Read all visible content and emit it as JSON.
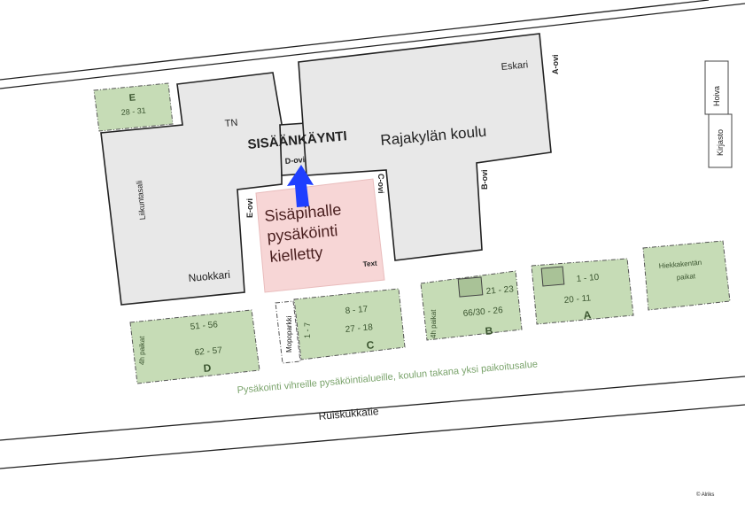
{
  "map": {
    "building_name": "Rajakylän koulu",
    "entrance_label": "SISÄÄNKÄYNTI",
    "courtyard_lines": [
      "Sisäpihalle",
      "pysäköinti",
      "kielletty"
    ],
    "courtyard_tag": "Text",
    "areas": {
      "tn": "TN",
      "eskari": "Eskari",
      "liikuntasali": "Liikuntasali",
      "nuokkari": "Nuokkari"
    },
    "doors": {
      "a": "A-ovi",
      "b": "B-ovi",
      "c": "C-ovi",
      "d": "D-ovi",
      "e": "E-ovi"
    },
    "side_boxes": {
      "hoiva": "Hoiva",
      "kirjasto": "Kirjasto"
    },
    "parking": {
      "e": {
        "letter": "E",
        "range": "28 - 31"
      },
      "a": {
        "letter": "A",
        "range1": "1  -  10",
        "range2": "20  -  11"
      },
      "b": {
        "letter": "B",
        "range1": "21 - 23",
        "range2": "66/30 - 26",
        "note": "4h paikat"
      },
      "c": {
        "letter": "C",
        "range1": "8 - 17",
        "range2": "27 - 18",
        "side": "1 - 7"
      },
      "d": {
        "letter": "D",
        "range1": "51 - 56",
        "range2": "62 - 57",
        "note": "4h paikat"
      },
      "hiekka": {
        "line1": "Hiekkakentän",
        "line2": "paikat"
      },
      "mopo": "Mopoparkki"
    },
    "notice": "Pysäkointi vihreille pysäköintialueille, koulun takana yksi paikoitusalue",
    "street": "Ruiskukkatie",
    "copyright": "© Alriks",
    "accent_blue": "#1f3fff",
    "lot_green": "#c6dcb6",
    "no_parking_pink": "#f7d6d6"
  }
}
